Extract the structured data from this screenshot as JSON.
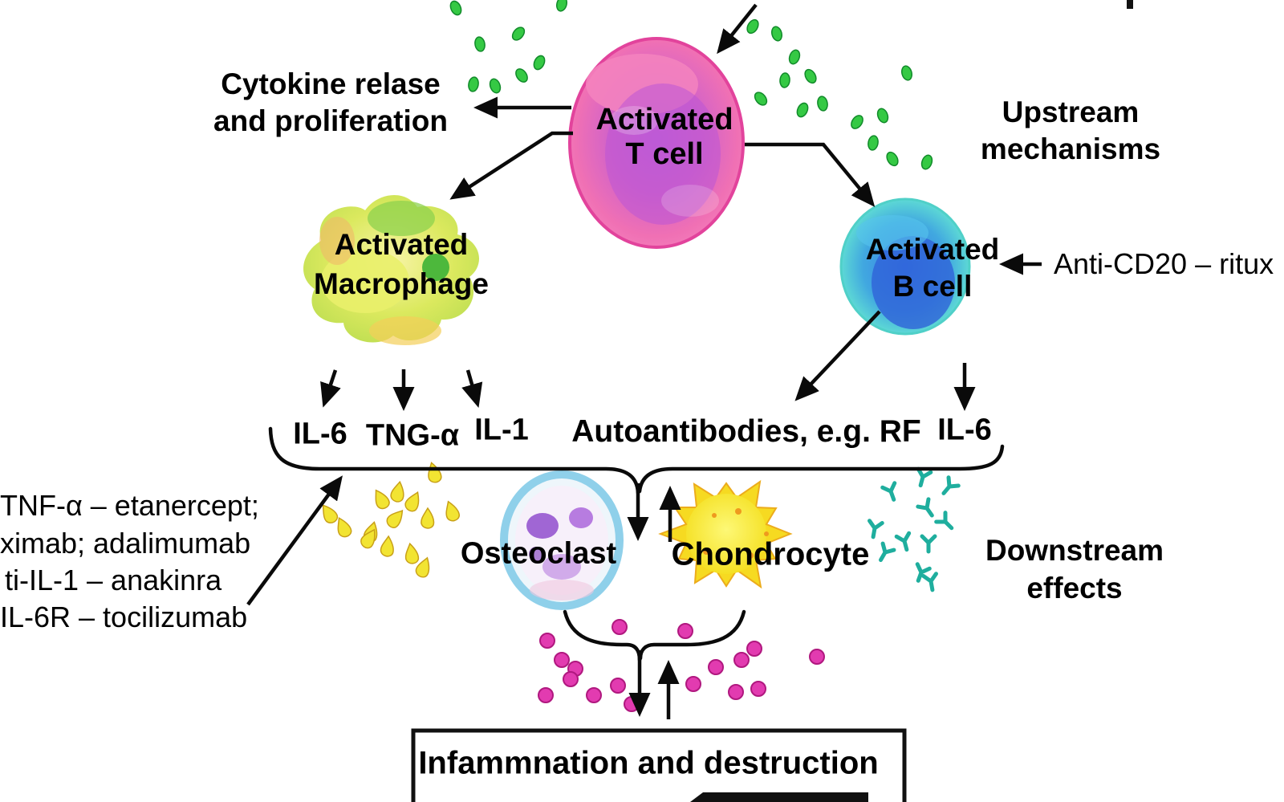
{
  "diagram": {
    "cytokine_release": {
      "line1": "Cytokine relase",
      "line2": "and proliferation"
    },
    "t_cell": {
      "line1": "Activated",
      "line2": "T cell"
    },
    "upstream": {
      "line1": "Upstream",
      "line2": "mechanisms"
    },
    "macrophage": {
      "line1": "Activated",
      "line2": "Macrophage"
    },
    "b_cell": {
      "line1": "Activated",
      "line2": "B cell"
    },
    "anti_cd20": "Anti-CD20 – ritux",
    "cytokines": {
      "il6": "IL-6",
      "tng_alpha": "TNG-α",
      "il1": "IL-1"
    },
    "autoantibodies": "Autoantibodies, e.g. RF",
    "il6_right": "IL-6",
    "therapies": {
      "line1": "TNF-α – etanercept;",
      "line2": "ximab; adalimumab",
      "line3": "ti-IL-1 – anakinra",
      "line4": "IL-6R – tocilizumab"
    },
    "osteoclast": "Osteoclast",
    "chondrocyte": "Chondrocyte",
    "downstream": {
      "line1": "Downstream",
      "line2": "effects"
    },
    "outcome": "Infammnation and destruction"
  },
  "colors": {
    "t_cell_pink": "#ee56b0",
    "t_cell_core": "#bb55d6",
    "macrophage_green": "#cfe05a",
    "b_cell_blue": "#3f82e4",
    "b_cell_rim": "#5fd8d2",
    "osteoclast_rim": "#8fd0ea",
    "chondrocyte_yellow": "#f6d916",
    "cytokine_green": "#35c944",
    "particle_yellow": "#f2e432",
    "dot_pink": "#e23bb0",
    "antibody_teal": "#1fae9e",
    "line_black": "#0a0a0a"
  }
}
